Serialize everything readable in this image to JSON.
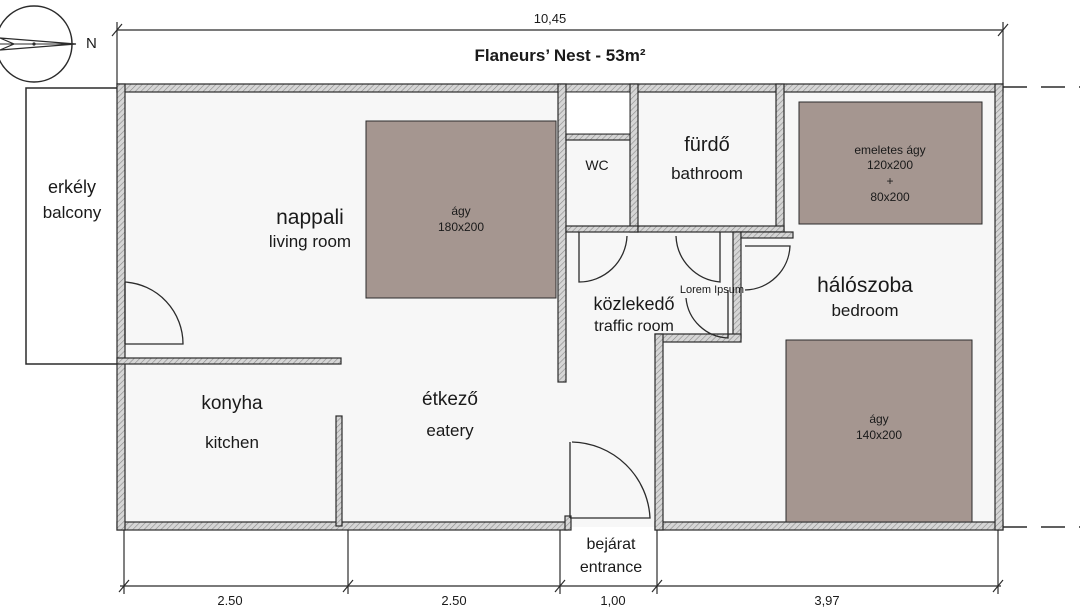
{
  "title": "Flaneurs’ Nest - 53m²",
  "compass": {
    "label": "N"
  },
  "dimensions": {
    "total_width": "10,45",
    "segments": [
      "2.50",
      "2.50",
      "1,00",
      "3,97"
    ]
  },
  "rooms": {
    "balcony": {
      "hu": "erkély",
      "en": "balcony"
    },
    "living": {
      "hu": "nappali",
      "en": "living room"
    },
    "wc": {
      "label": "WC"
    },
    "bathroom": {
      "hu": "fürdő",
      "en": "bathroom"
    },
    "bedroom": {
      "hu": "hálószoba",
      "en": "bedroom"
    },
    "traffic": {
      "hu": "közlekedő",
      "en": "traffic room",
      "note": "Lorem Ipsum"
    },
    "kitchen": {
      "hu": "konyha",
      "en": "kitchen"
    },
    "eatery": {
      "hu": "étkező",
      "en": "eatery"
    },
    "entrance": {
      "hu": "bejárat",
      "en": "entrance"
    }
  },
  "furniture": {
    "bed_living": {
      "name": "ágy",
      "size": "180x200"
    },
    "bunk_bed": {
      "name": "emeletes ágy",
      "size1": "120x200",
      "plus": "+",
      "size2": "80x200"
    },
    "bed_bedroom": {
      "name": "ágy",
      "size": "140x200"
    }
  },
  "colors": {
    "wall": "#2b2b2b",
    "wall_fill": "#c9c9c9",
    "floor": "#f7f7f7",
    "furniture": "#a59690"
  }
}
